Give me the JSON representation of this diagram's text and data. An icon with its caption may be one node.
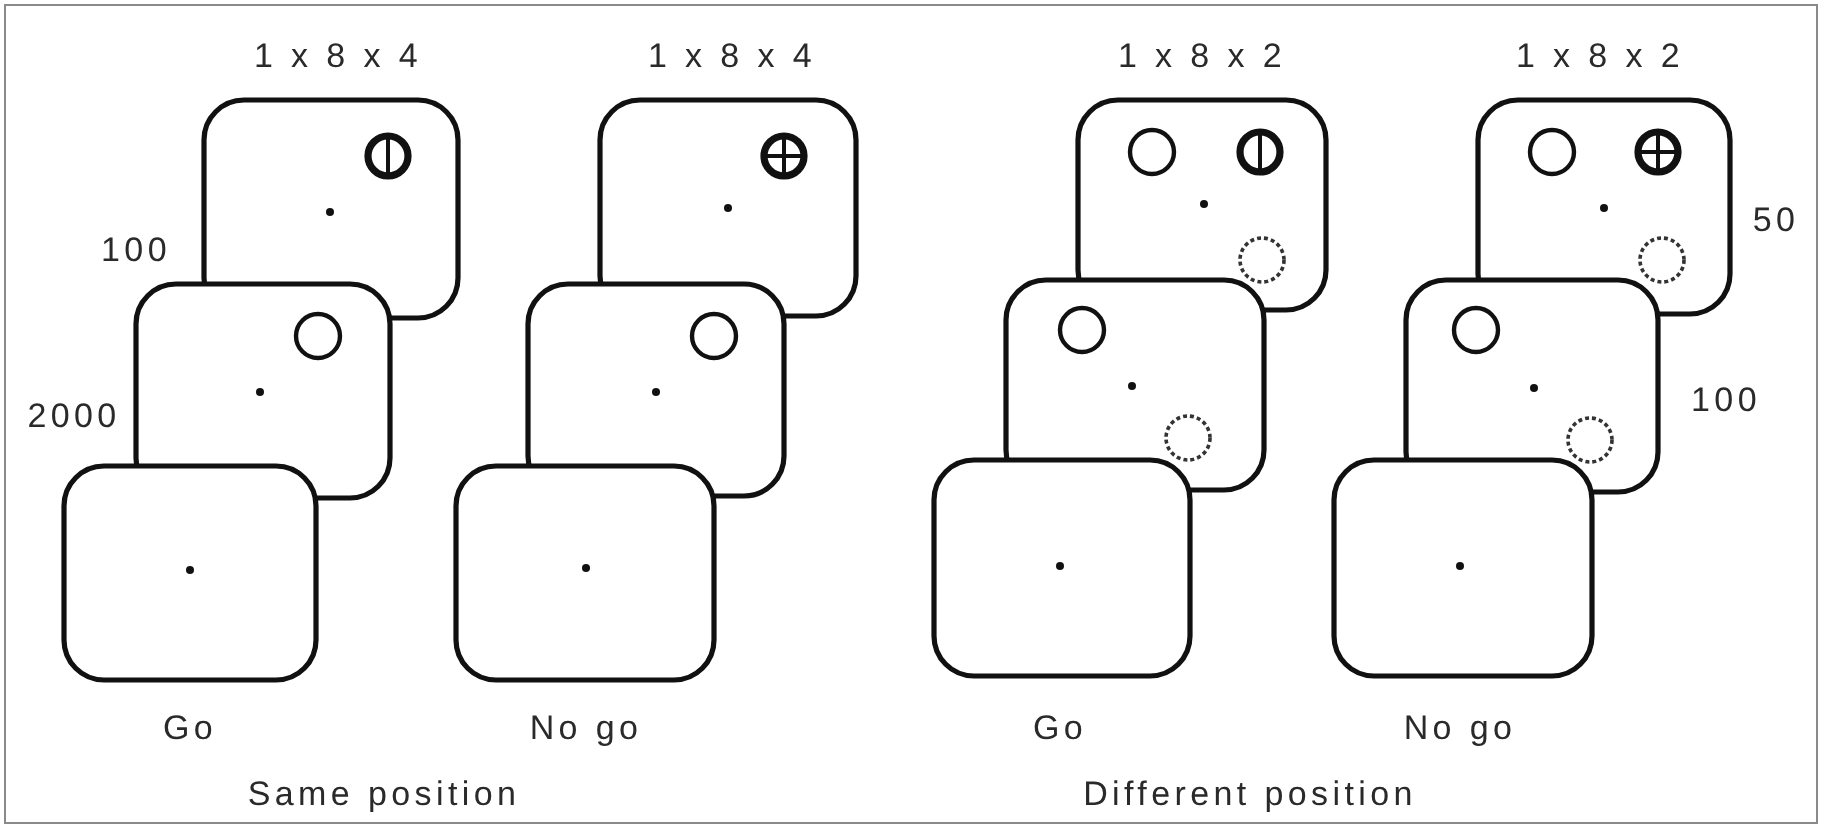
{
  "diagram": {
    "labels": [
      "1 x 8 x 4",
      "1 x 8 x 4",
      "1 x 8 x 2",
      "1 x 8 x 2",
      "100",
      "50",
      "2000",
      "100",
      "Go",
      "No go",
      "Go",
      "No go",
      "Same position",
      "Different position"
    ]
  }
}
